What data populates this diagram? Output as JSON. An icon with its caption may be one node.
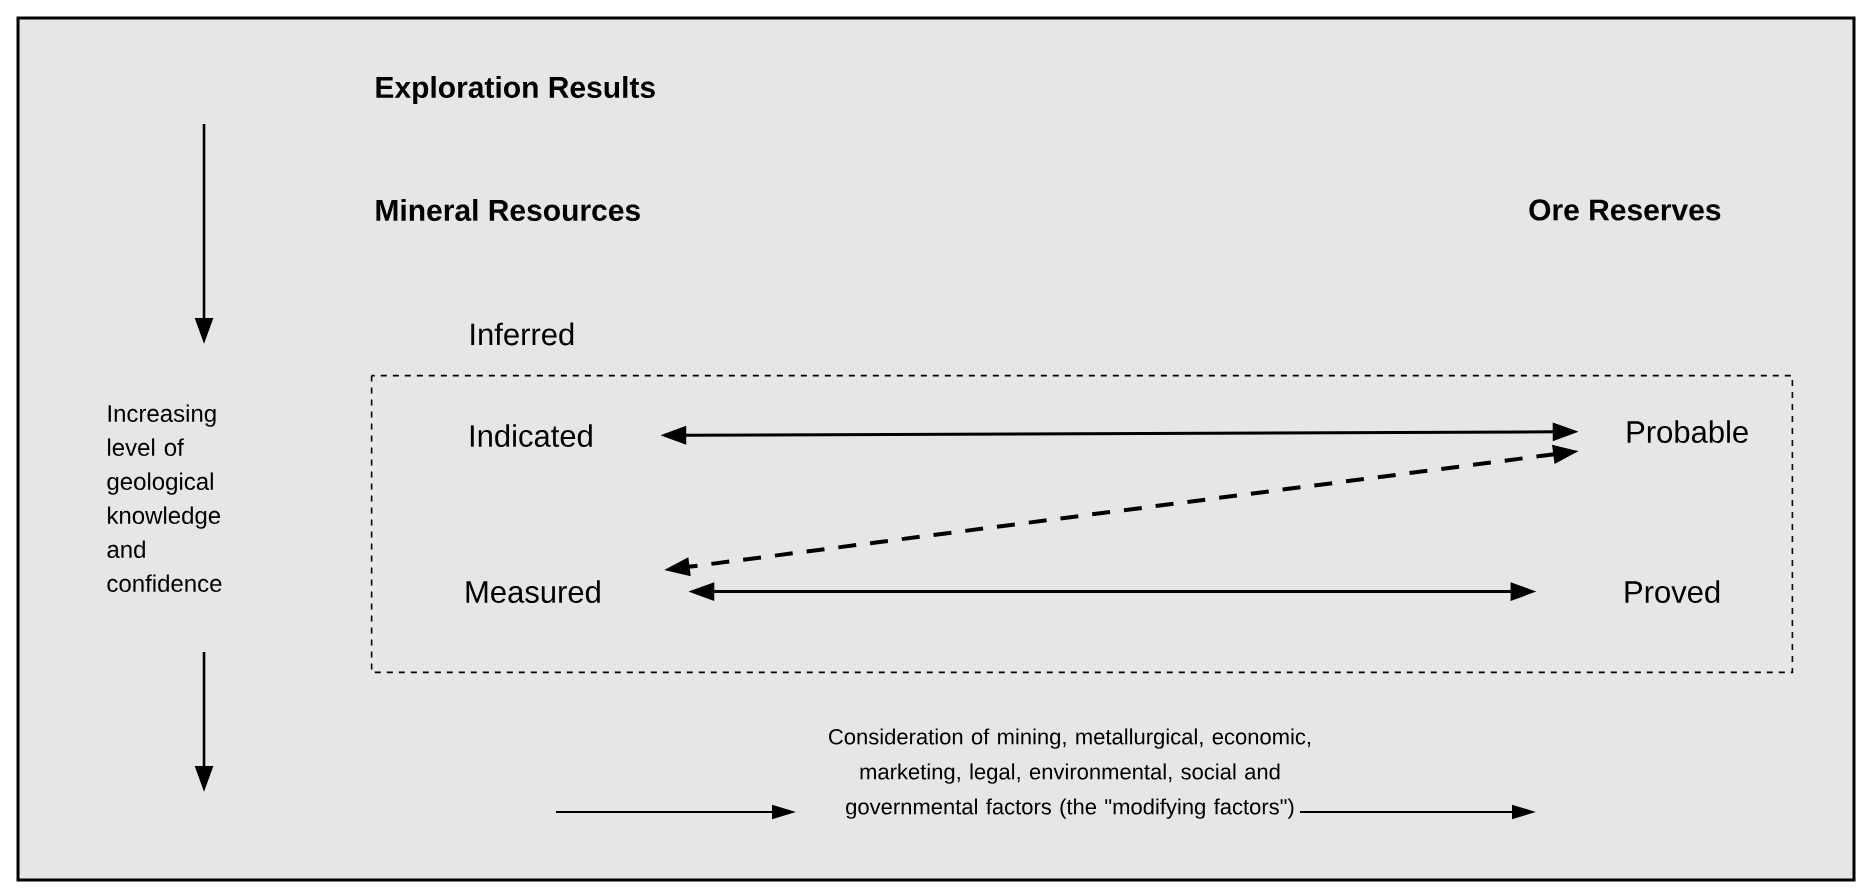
{
  "diagram": {
    "nodes": [
      {
        "text": [
          "Exploration Results"
        ]
      },
      {
        "text": [
          "Mineral Resources"
        ]
      },
      {
        "text": [
          "Ore Reserves"
        ]
      },
      {
        "text": [
          "Inferred"
        ]
      },
      {
        "text": [],
        "shape": "box"
      },
      {
        "text": [
          "Indicated"
        ],
        "in": 4
      },
      {
        "text": [
          "Probable"
        ],
        "in": 4
      },
      {
        "text": [
          "Measured"
        ],
        "in": 4
      },
      {
        "text": [
          "Proved"
        ],
        "in": 4
      }
    ],
    "edges": [
      {
        "from": 5,
        "to": 6,
        "arrow": "both"
      },
      {
        "from": 6,
        "to": 7,
        "arrow": "both",
        "style": "dashed"
      },
      {
        "from": 7,
        "to": 8,
        "arrow": "both"
      }
    ],
    "labels": [
      "Increasing level of geological knowledge and confidence",
      "Consideration of mining, metallurgical, economic, marketing, legal, environmental, social and governmental factors (the \"modifying factors\")"
    ]
  }
}
